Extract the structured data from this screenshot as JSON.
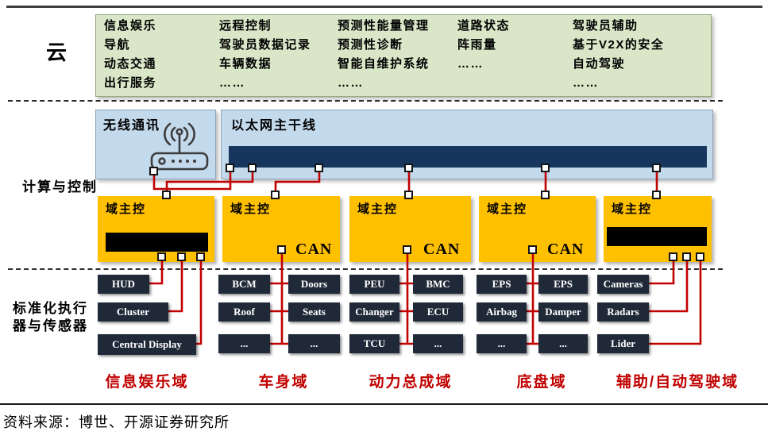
{
  "layer_labels": {
    "cloud": "云",
    "compute": "计算与控制",
    "actuators_line1": "标准化执行",
    "actuators_line2": "器与传感器"
  },
  "cloud_services": {
    "col1": [
      "信息娱乐",
      "导航",
      "动态交通",
      "出行服务"
    ],
    "col2": [
      "远程控制",
      "驾驶员数据记录",
      "车辆数据",
      "……"
    ],
    "col3": [
      "预测性能量管理",
      "预测性诊断",
      "智能自维护系统",
      "……"
    ],
    "col4": [
      "道路状态",
      "阵雨量",
      "……"
    ],
    "col5": [
      "驾驶员辅助",
      "基于V2X的安全",
      "自动驾驶",
      "……"
    ]
  },
  "network": {
    "wireless_label": "无线通讯",
    "ethernet_label": "以太网主干线",
    "router_icon": "wifi-router-icon"
  },
  "domain_controllers": {
    "label": "域主控",
    "can_label": "CAN"
  },
  "domains": {
    "infotainment": {
      "label": "信息娱乐域",
      "devices": [
        "HUD",
        "Cluster",
        "Central Display"
      ]
    },
    "body": {
      "label": "车身域",
      "left": [
        "BCM",
        "Roof",
        "..."
      ],
      "right": [
        "Doors",
        "Seats",
        "..."
      ]
    },
    "powertrain": {
      "label": "动力总成域",
      "left": [
        "PEU",
        "Changer",
        "TCU"
      ],
      "right": [
        "BMC",
        "ECU",
        "..."
      ]
    },
    "chassis": {
      "label": "底盘域",
      "left": [
        "EPS",
        "Airbag",
        "..."
      ],
      "right": [
        "EPS",
        "Damper",
        "..."
      ]
    },
    "adas": {
      "label": "辅助/自动驾驶域",
      "devices": [
        "Cameras",
        "Radars",
        "Lider"
      ]
    }
  },
  "footer": {
    "source": "资料来源：博世、开源证券研究所"
  },
  "colors": {
    "cloud_fill": "#d9e6c8",
    "network_fill": "#c3d9ec",
    "ethernet_bar": "#17365d",
    "controller_fill": "#ffc000",
    "device_fill": "#1f2938",
    "wire_red": "#c00000",
    "domain_label_red": "#c00000"
  }
}
